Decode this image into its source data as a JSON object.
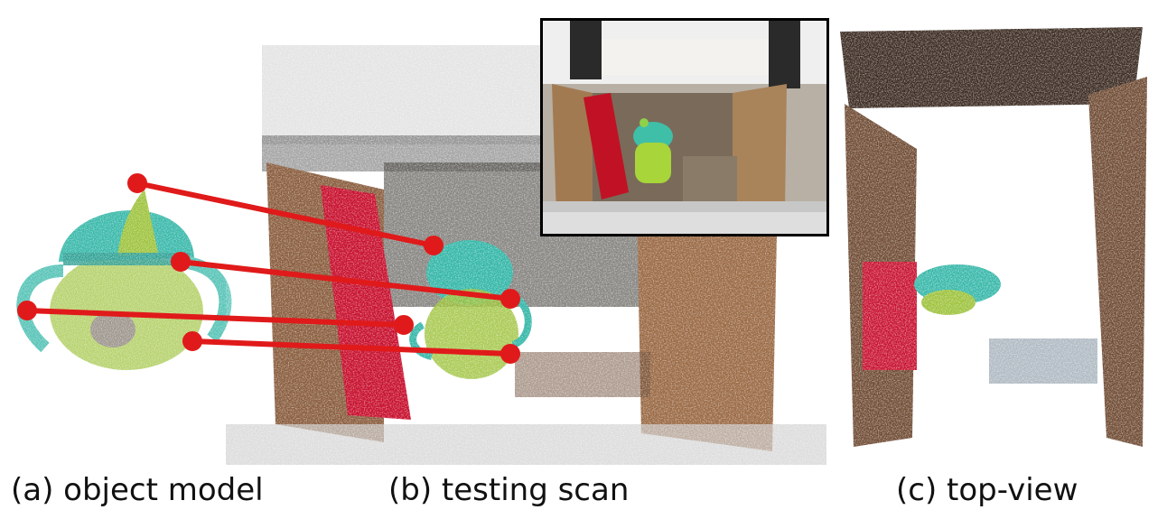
{
  "captions": {
    "object_model": "(a) object model",
    "testing_scan": "(b) testing scan",
    "top_view": "(c) top-view"
  },
  "colors": {
    "correspondence_line": "#e01a1a",
    "cup_lid": "#35b7a8",
    "cup_body": "#9cc23a",
    "box_red": "#c8102e",
    "cardboard": "#9a6a45"
  }
}
